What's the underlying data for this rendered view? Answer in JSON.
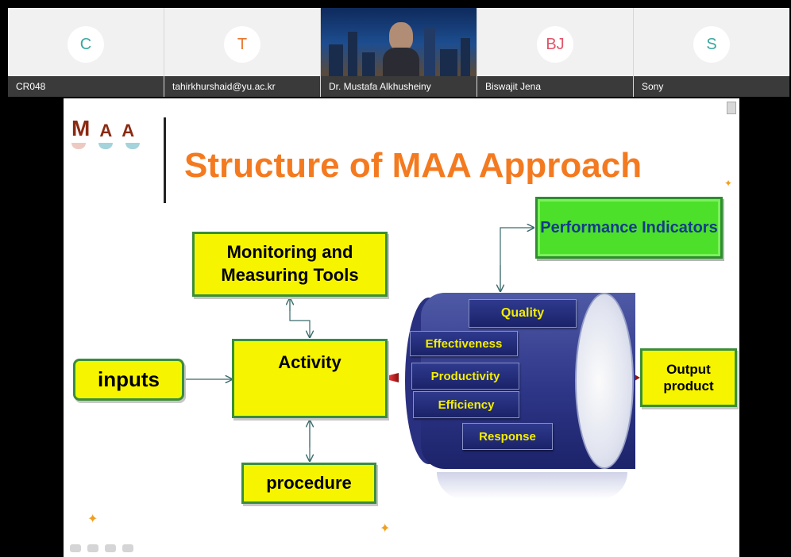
{
  "participants": [
    {
      "initial": "C",
      "name": "CR048",
      "color": "#3aa8a0",
      "type": "avatar"
    },
    {
      "initial": "T",
      "name": "tahirkhurshaid@yu.ac.kr",
      "color": "#e8762c",
      "type": "avatar"
    },
    {
      "initial": "",
      "name": "Dr. Mustafa Alkhusheiny",
      "color": "",
      "type": "video"
    },
    {
      "initial": "BJ",
      "name": "Biswajit Jena",
      "color": "#e0556a",
      "type": "avatar"
    },
    {
      "initial": "S",
      "name": "Sony",
      "color": "#3aa8a0",
      "type": "avatar"
    }
  ],
  "slide": {
    "logo": "MAA",
    "title": "Structure of MAA Approach",
    "boxes": {
      "monitoring": "Monitoring and Measuring Tools",
      "activity": "Activity",
      "inputs": "inputs",
      "procedure": "procedure",
      "performance": "Performance Indicators",
      "output": "Output product"
    },
    "metrics": {
      "quality": "Quality",
      "effectiveness": "Effectiveness",
      "productivity": "Productivity",
      "efficiency": "Efficiency",
      "response": "Response"
    }
  },
  "icons": {
    "page": "page-icon",
    "stars": "star-icon",
    "arrows": "arrow-icon"
  },
  "colors": {
    "title": "#f47a20",
    "yellow_box": "#f7f400",
    "green_box": "#4de02a",
    "metric_text": "#f4ee00",
    "cylinder": "#2e3688"
  }
}
